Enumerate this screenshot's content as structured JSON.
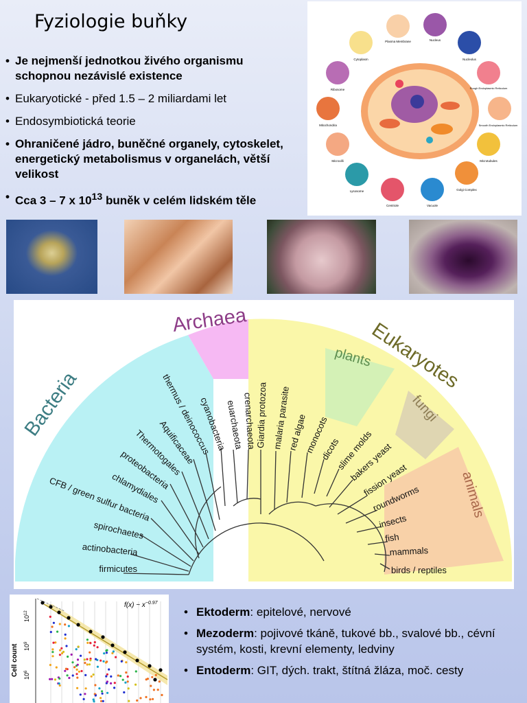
{
  "title": "Fyziologie buňky",
  "bullets": [
    {
      "text": "Je nejmenší jednotkou živého organismu schopnou nezávislé existence",
      "bold": true
    },
    {
      "text": "Eukaryotické - před 1.5 – 2 miliardami let",
      "bold": false
    },
    {
      "text": "Endosymbiotická teorie",
      "bold": false
    },
    {
      "text": "Ohraničené jádro, buněčné organely, cytoskelet, energetický metabolismus v organelách, větší velikost",
      "bold": true
    }
  ],
  "cell_count": {
    "prefix": "Cca 3 – 7 x 10",
    "exponent": "13",
    "suffix": " buněk v celém lidském těle"
  },
  "cell_diagram_labels": [
    "Cytoplasm",
    "Plasma Membrane",
    "Nucleus",
    "Nucleolus",
    "Ribosome",
    "Rough Endoplasmic Reticulum",
    "Mitochondria",
    "Smooth Endoplasmic Reticulum",
    "Microvilli",
    "Microtubules",
    "Lysosome",
    "Centriole",
    "Vacuole",
    "Golgi Complex"
  ],
  "tree": {
    "domains": [
      "Bacteria",
      "Archaea",
      "Eukaryotes"
    ],
    "subgroups": [
      "plants",
      "fungi",
      "animals"
    ],
    "bacteria": [
      "firmicutes",
      "actinobacteria",
      "spirochaetes",
      "CFB / green sulfur bacteria",
      "chlamydiales",
      "proteobacteria",
      "Thermotogales",
      "Aquificaceae",
      "thermus / deinococcus",
      "cyanobacteria"
    ],
    "archaea": [
      "euarchaeota",
      "crenarchaeota"
    ],
    "eukaryotes": [
      "Giardia protozoa",
      "malaria parasite",
      "red algae",
      "monocots",
      "dicots",
      "slime molds",
      "bakers yeast",
      "fission yeast",
      "roundworms",
      "insects",
      "fish",
      "mammals",
      "birds / reptiles"
    ]
  },
  "scatter": {
    "formula": "f(x) ~ x",
    "formula_exp": "−0.97",
    "ylabel": "Cell count",
    "yticks": [
      "10",
      "10",
      "10"
    ],
    "ytick_exps": [
      "12",
      "9",
      "6"
    ]
  },
  "germ_layers": [
    {
      "term": "Ektoderm",
      "desc": ": epitelové, nervové"
    },
    {
      "term": "Mezoderm",
      "desc": ": pojivové tkáně, tukové bb., svalové bb., cévní systém, kosti, krevní elementy, ledviny"
    },
    {
      "term": "Entoderm",
      "desc": ": GIT, dých. trakt, štítná žláza, moč. cesty"
    }
  ],
  "colors": {
    "bacteria": "#b9f1f4",
    "archaea": "#f6b9f3",
    "eukaryotes": "#faf7a9",
    "plants": "#cdf0b8",
    "fungi": "#dcd2b3",
    "animals": "#f7c4a8"
  }
}
